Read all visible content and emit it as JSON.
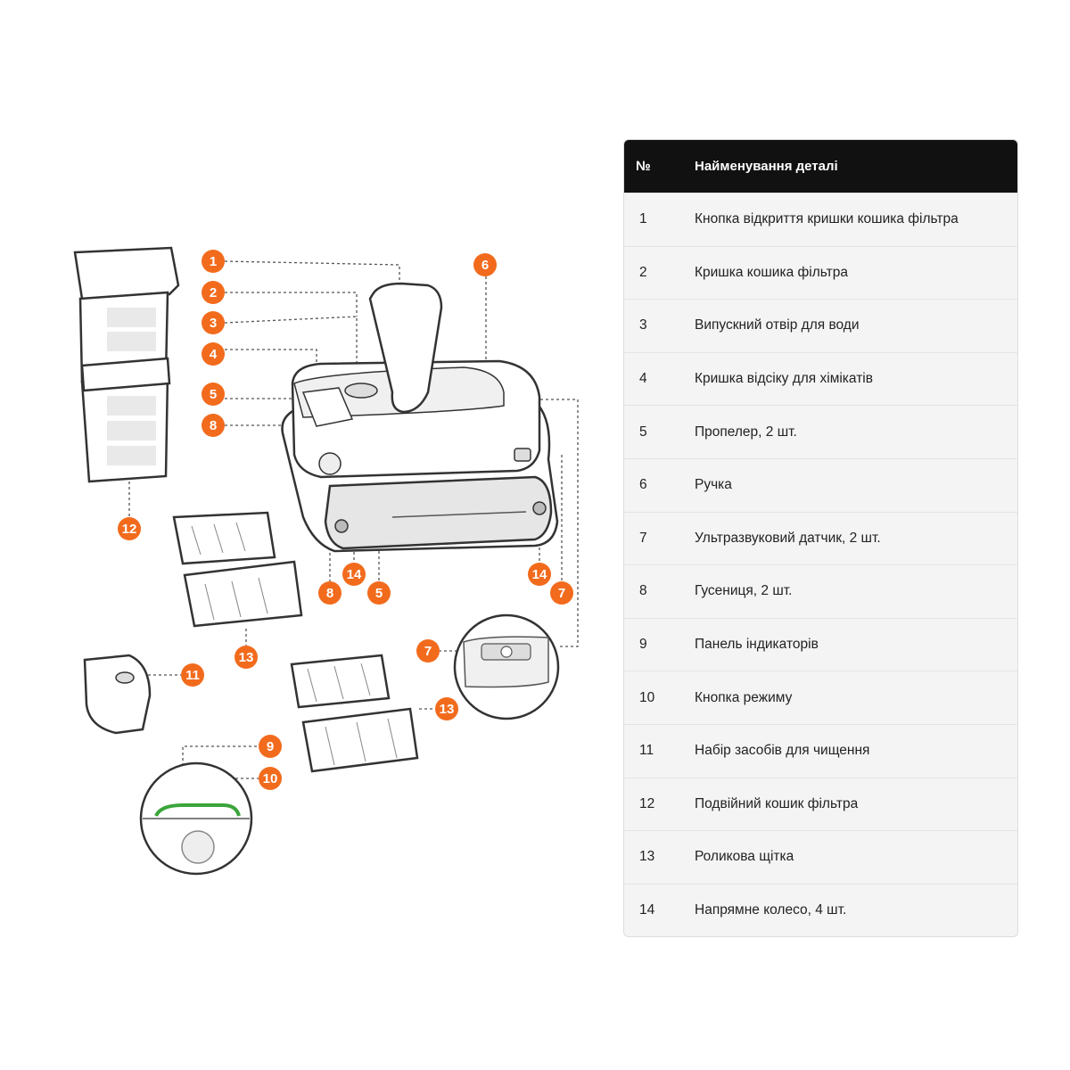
{
  "colors": {
    "accent": "#f26b1d",
    "header_bg": "#111111",
    "row_bg": "#f4f4f4",
    "indicator_green": "#3aa53a"
  },
  "table": {
    "header": {
      "number": "№",
      "name": "Найменування деталі"
    },
    "rows": [
      {
        "number": "1",
        "name": "Кнопка відкриття кришки кошика фільтра"
      },
      {
        "number": "2",
        "name": "Кришка кошика фільтра"
      },
      {
        "number": "3",
        "name": "Випускний отвір для води"
      },
      {
        "number": "4",
        "name": "Кришка відсіку для хімікатів"
      },
      {
        "number": "5",
        "name": "Пропелер, 2 шт."
      },
      {
        "number": "6",
        "name": "Ручка"
      },
      {
        "number": "7",
        "name": "Ультразвуковий датчик, 2 шт."
      },
      {
        "number": "8",
        "name": "Гусениця, 2 шт."
      },
      {
        "number": "9",
        "name": "Панель індикаторів"
      },
      {
        "number": "10",
        "name": "Кнопка режиму"
      },
      {
        "number": "11",
        "name": "Набір засобів для чищення"
      },
      {
        "number": "12",
        "name": "Подвійний кошик фільтра"
      },
      {
        "number": "13",
        "name": "Роликова щітка"
      },
      {
        "number": "14",
        "name": "Напрямне колесо, 4 шт."
      }
    ]
  },
  "callouts": {
    "c1": "1",
    "c2": "2",
    "c3": "3",
    "c4": "4",
    "c5": "5",
    "c8": "8",
    "c6": "6",
    "c12": "12",
    "c8b": "8",
    "c14a": "14",
    "c5b": "5",
    "c14b": "14",
    "c7": "7",
    "c13a": "13",
    "c7b": "7",
    "c11": "11",
    "c13b": "13",
    "c9": "9",
    "c10": "10"
  }
}
